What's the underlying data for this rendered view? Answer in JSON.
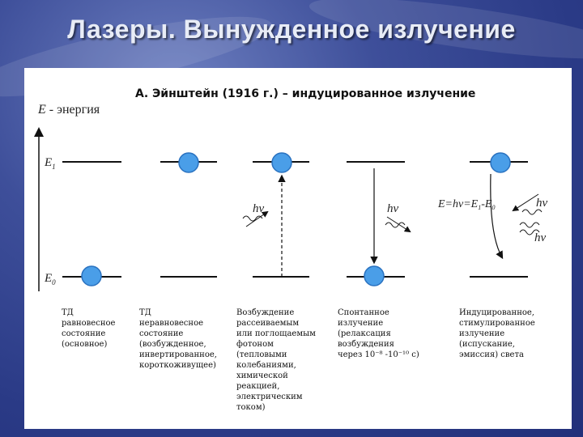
{
  "slide": {
    "title": "Лазеры. Вынужденное излучение",
    "corner_label": "ТД",
    "subtitle": "А. Эйнштейн (1916 г.) – индуцированное излучение",
    "energy_axis": {
      "symbol": "E",
      "label": " - энергия"
    },
    "levels": {
      "upper": "E",
      "upper_sub": "1",
      "lower": "E",
      "lower_sub": "0"
    },
    "photon": "hν",
    "formula": "E=hν=E",
    "formula_sub1": "1",
    "formula_mid": "-E",
    "formula_sub0": "0"
  },
  "captions": [
    "ТД\nравновесное\nсостояние\n(основное)",
    "ТД\nнеравновесное\nсостояние\n(возбужденное,\nинвертированное,\nкороткоживущее)",
    "Возбуждение\nрассеиваемым\n или поглощаемым\nфотоном\n(тепловыми\n колебаниями,\nхимической\nреакцией,\nэлектрическим\nтоком)",
    "Спонтанное\n излучение\n(релаксация\nвозбуждения\nчерез 10⁻⁸ -10⁻¹⁰ с)",
    "Индуцированное,\nстимулированное\n излучение\n(испускание,\nэмиссия) света"
  ],
  "colors": {
    "atom": "#4a9ee8",
    "atom_stroke": "#2a72c0",
    "level": "#111111"
  }
}
